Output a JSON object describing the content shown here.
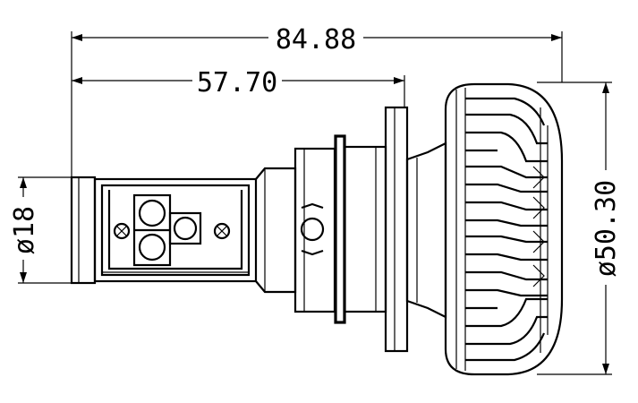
{
  "dimensions": {
    "overall_length": "84.88",
    "base_length": "57.70",
    "shaft_diameter": "ø18",
    "head_diameter": "ø50.30"
  },
  "colors": {
    "line": "#000000",
    "background": "#ffffff"
  }
}
